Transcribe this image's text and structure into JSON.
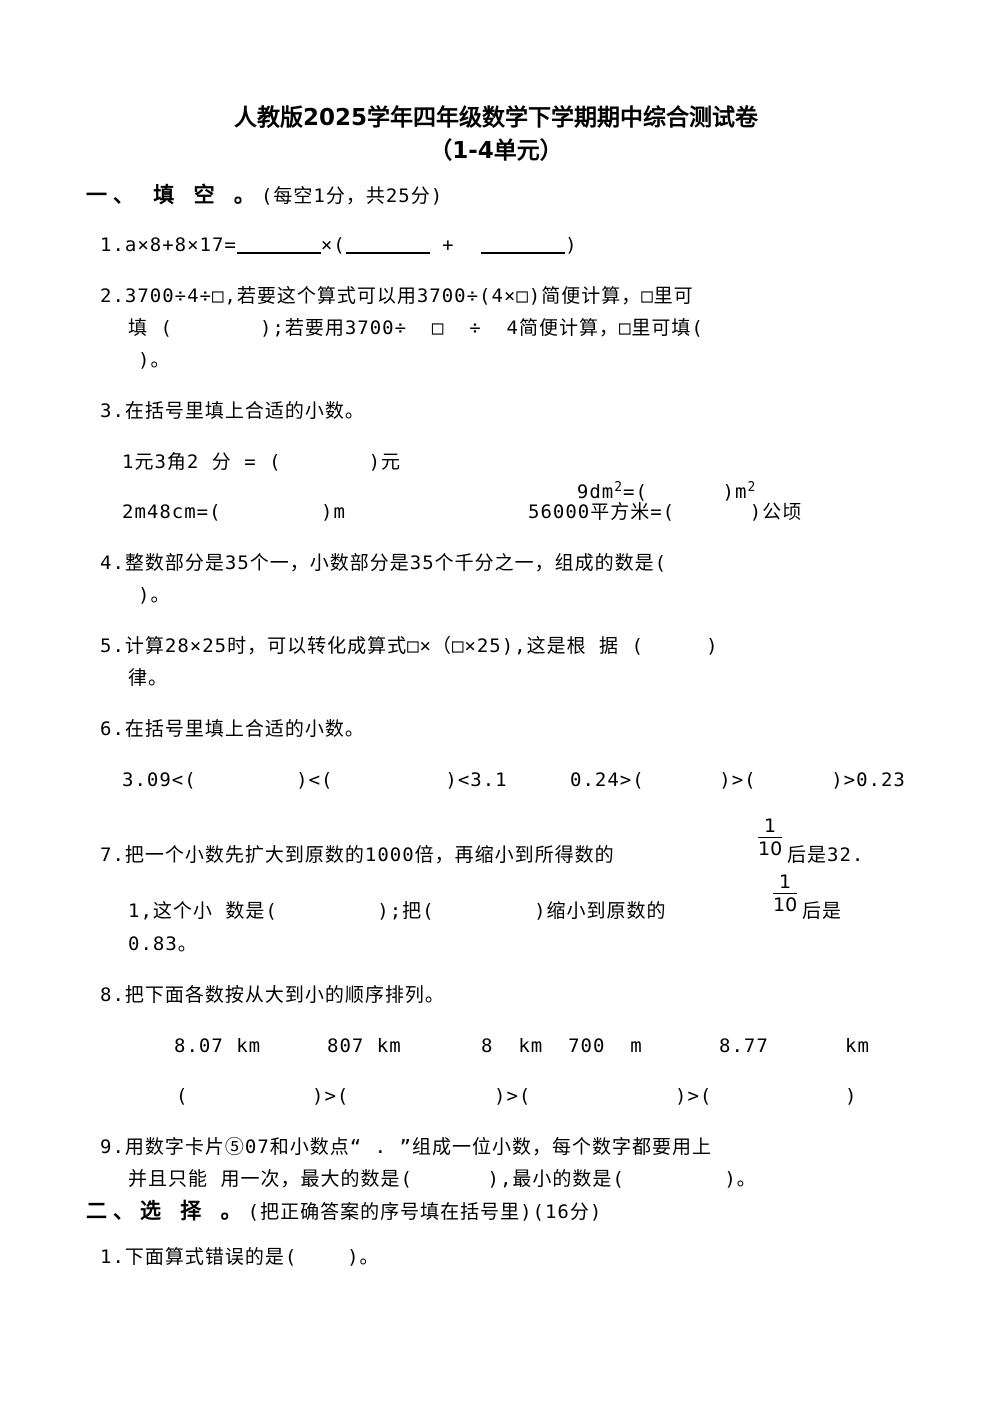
{
  "title": {
    "line1": "人教版2025学年四年级数学下学期期中综合测试卷",
    "line2": "（1-4单元）"
  },
  "section1": {
    "heading": "一、 填 空 。",
    "note": "(每空1分，共25分)",
    "q1": {
      "a": "1.a×8+8×17=",
      "b": "×(",
      "c": " + ",
      "d": ")"
    },
    "q2": {
      "line1": "2.3700÷4÷□,若要这个算式可以用3700÷(4×□)简便计算，□里可",
      "line2": "填 (       );若要用3700÷  □  ÷  4简便计算，□里可填(",
      "line3": ")。"
    },
    "q3": {
      "stem": "3.在括号里填上合适的小数。",
      "a": "1元3角2 分 = (       )元",
      "b": "9dm",
      "b2": "=(      )m",
      "sq": "2",
      "c": "2m48cm=(        )m",
      "d": "56000平方米=(      )公顷"
    },
    "q4": {
      "line1": "4.整数部分是35个一，小数部分是35个千分之一，组成的数是(",
      "line2": ")。"
    },
    "q5": {
      "line1": "5.计算28×25时，可以转化成算式□×（□×25),这是根 据 (     )",
      "line2": "律。"
    },
    "q6": {
      "stem": "6.在括号里填上合适的小数。",
      "a": "3.09<(        )<(         )<3.1",
      "b": "0.24>(      )>(      )>0.23"
    },
    "q7": {
      "line1": "7.把一个小数先扩大到原数的1000倍，再缩小到所得数的",
      "line1b": "后是32.",
      "line2": "1,这个小 数是(        );把(        )缩小到原数的",
      "line2b": "后是",
      "line3": "0.83。",
      "frac_num": "1",
      "frac_den": "10"
    },
    "q8": {
      "stem": "8.把下面各数按从大到小的顺序排列。",
      "items": [
        "8.07 km",
        "807 km",
        "8  km  700  m",
        "8.77",
        "km"
      ],
      "order": [
        "(",
        ")>(",
        ")>(",
        ")>(",
        ")"
      ]
    },
    "q9": {
      "line1": "9.用数字卡片⑤07和小数点“ . ”组成一位小数，每个数字都要用上",
      "line2": "并且只能 用一次，最大的数是(      ),最小的数是(        )。"
    }
  },
  "section2": {
    "heading": "二、选 择 。",
    "note": "(把正确答案的序号填在括号里)(16分)",
    "q1": "1.下面算式错误的是(    )。"
  }
}
